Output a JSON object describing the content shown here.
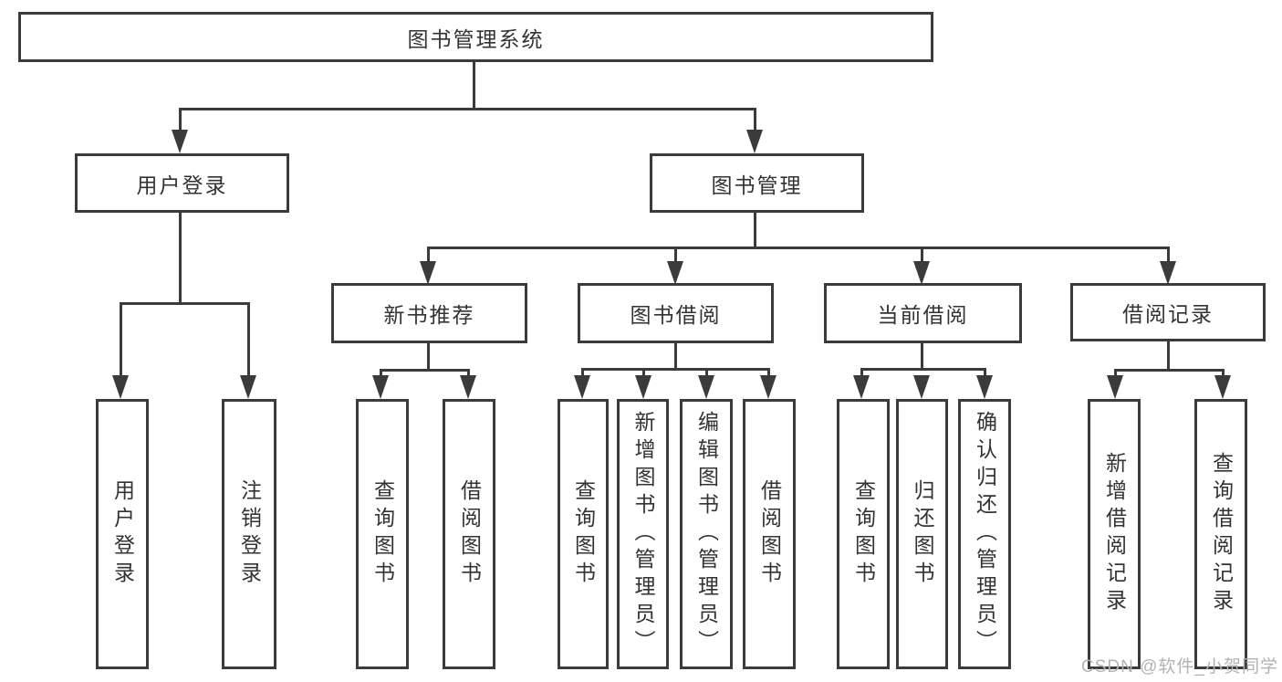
{
  "colors": {
    "line": "#3b3b3b",
    "text": "#333333",
    "watermark": "#b3b3b3",
    "background": "#ffffff"
  },
  "watermark": {
    "text": "CSDN @软件_小贺同学"
  },
  "tree": {
    "root": "图书管理系统",
    "children": [
      {
        "label": "用户登录",
        "children": [
          "用户登录",
          "注销登录"
        ]
      },
      {
        "label": "图书管理",
        "children": [
          {
            "label": "新书推荐",
            "children": [
              "查询图书",
              "借阅图书"
            ]
          },
          {
            "label": "图书借阅",
            "children": [
              "查询图书",
              "新增图书（管理员）",
              "编辑图书（管理员）",
              "借阅图书"
            ]
          },
          {
            "label": "当前借阅",
            "children": [
              "查询图书",
              "归还图书",
              "确认归还（管理员）"
            ]
          },
          {
            "label": "借阅记录",
            "children": [
              "新增借阅记录",
              "查询借阅记录"
            ]
          }
        ]
      }
    ]
  }
}
